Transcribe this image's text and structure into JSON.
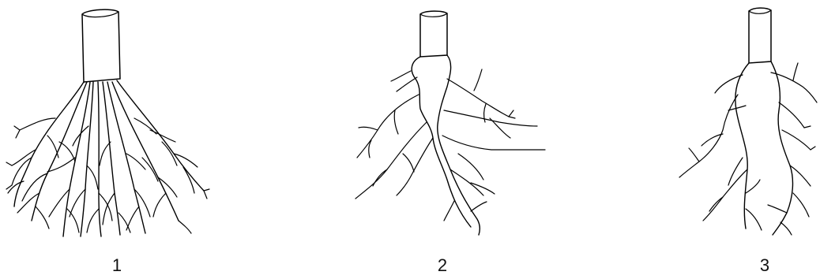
{
  "figures": [
    {
      "label": "1"
    },
    {
      "label": "2"
    },
    {
      "label": "3"
    }
  ]
}
